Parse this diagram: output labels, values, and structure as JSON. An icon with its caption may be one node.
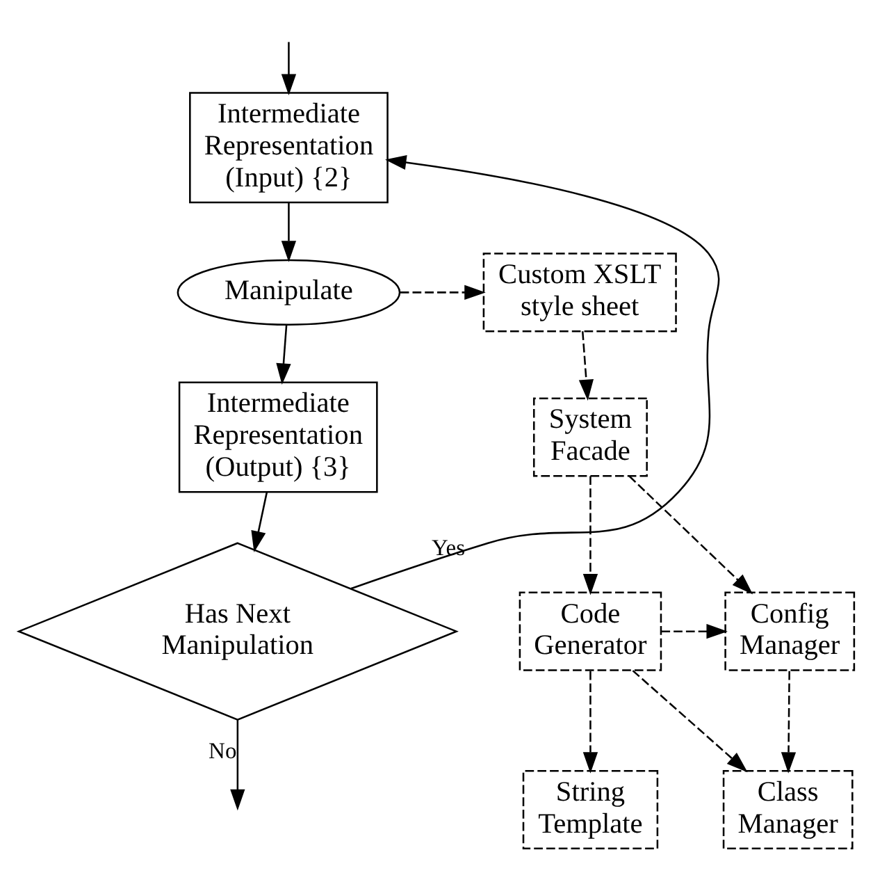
{
  "diagram": {
    "nodes": [
      {
        "text": [
          "Intermediate Representation (Input) {2}"
        ]
      },
      {
        "text": [
          "Manipulate"
        ]
      },
      {
        "text": [
          "Custom XSLT style sheet"
        ]
      },
      {
        "text": [
          "Intermediate Representation (Output) {3}"
        ]
      },
      {
        "text": [
          "System Facade"
        ]
      },
      {
        "text": [
          "Has Next Manipulation"
        ]
      },
      {
        "text": [
          "Config Manager"
        ]
      },
      {
        "text": [
          "Code Generator"
        ]
      },
      {
        "text": [
          "Class Manager"
        ]
      },
      {
        "text": [
          "String Template"
        ]
      }
    ],
    "edges": [
      {
        "from": null,
        "to": 0,
        "arrow": "to"
      },
      {
        "from": 0,
        "to": 1,
        "arrow": "to"
      },
      {
        "from": 1,
        "to": 2,
        "arrow": "to",
        "style": "dashed"
      },
      {
        "from": 1,
        "to": 3,
        "arrow": "to"
      },
      {
        "from": 2,
        "to": 4,
        "arrow": "to",
        "style": "dashed"
      },
      {
        "from": 3,
        "to": 5,
        "arrow": "to"
      },
      {
        "from": 4,
        "to": 6,
        "arrow": "to",
        "style": "dashed"
      },
      {
        "from": 4,
        "to": 7,
        "arrow": "to",
        "style": "dashed"
      },
      {
        "from": 5,
        "to": 0,
        "arrow": "to",
        "label": "Yes"
      },
      {
        "from": 5,
        "to": null,
        "arrow": "to",
        "label": "No"
      },
      {
        "from": 7,
        "to": 6,
        "arrow": "to",
        "style": "dashed"
      },
      {
        "from": 7,
        "to": 8,
        "arrow": "to",
        "style": "dashed"
      },
      {
        "from": 6,
        "to": 8,
        "arrow": "to",
        "style": "dashed"
      },
      {
        "from": 7,
        "to": 9,
        "arrow": "to",
        "style": "dashed"
      }
    ]
  }
}
